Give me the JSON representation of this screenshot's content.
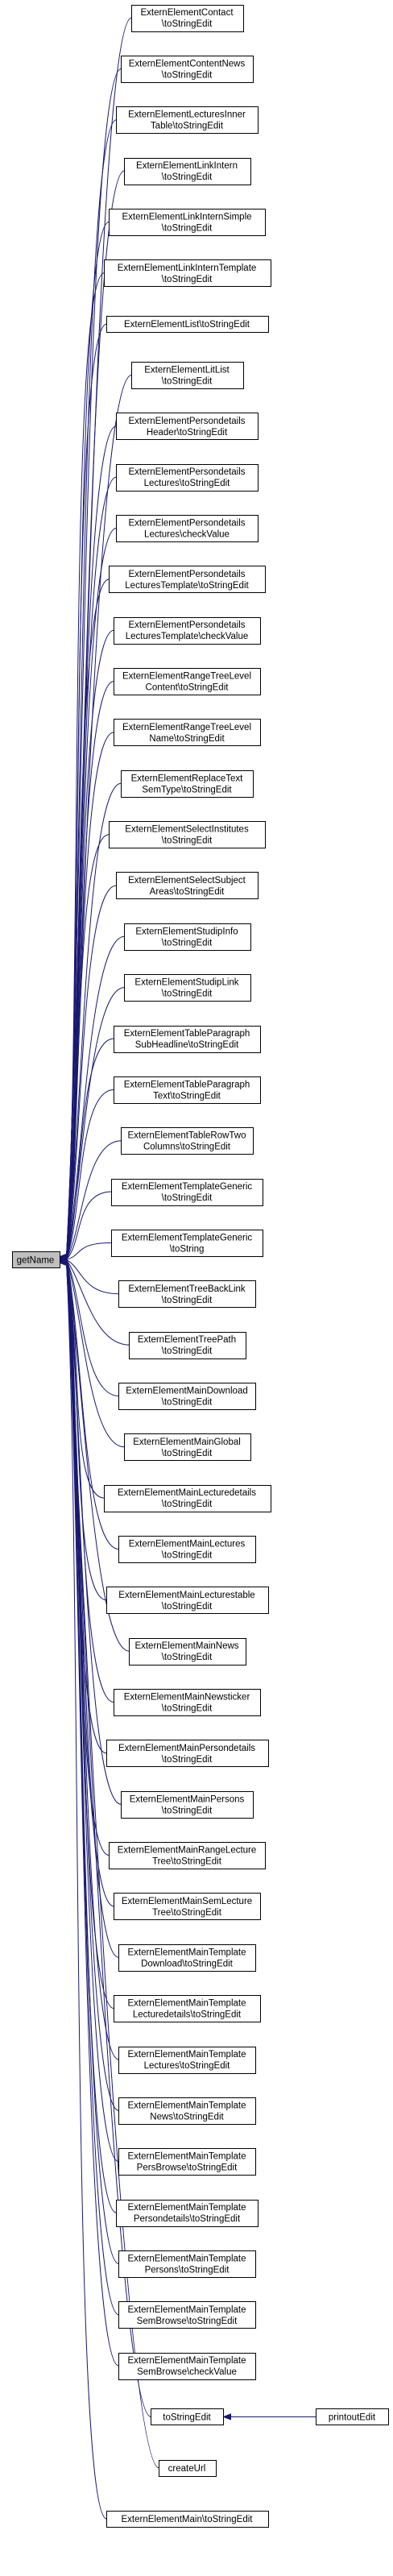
{
  "graph": {
    "root": "getName",
    "callers": [
      [
        "ExternElementContact",
        "\\toStringEdit"
      ],
      [
        "ExternElementContentNews",
        "\\toStringEdit"
      ],
      [
        "ExternElementLecturesInner",
        "Table\\toStringEdit"
      ],
      [
        "ExternElementLinkIntern",
        "\\toStringEdit"
      ],
      [
        "ExternElementLinkInternSimple",
        "\\toStringEdit"
      ],
      [
        "ExternElementLinkInternTemplate",
        "\\toStringEdit"
      ],
      [
        "ExternElementList\\toStringEdit"
      ],
      [
        "ExternElementLitList",
        "\\toStringEdit"
      ],
      [
        "ExternElementPersondetails",
        "Header\\toStringEdit"
      ],
      [
        "ExternElementPersondetails",
        "Lectures\\toStringEdit"
      ],
      [
        "ExternElementPersondetails",
        "Lectures\\checkValue"
      ],
      [
        "ExternElementPersondetails",
        "LecturesTemplate\\toStringEdit"
      ],
      [
        "ExternElementPersondetails",
        "LecturesTemplate\\checkValue"
      ],
      [
        "ExternElementRangeTreeLevel",
        "Content\\toStringEdit"
      ],
      [
        "ExternElementRangeTreeLevel",
        "Name\\toStringEdit"
      ],
      [
        "ExternElementReplaceText",
        "SemType\\toStringEdit"
      ],
      [
        "ExternElementSelectInstitutes",
        "\\toStringEdit"
      ],
      [
        "ExternElementSelectSubject",
        "Areas\\toStringEdit"
      ],
      [
        "ExternElementStudipInfo",
        "\\toStringEdit"
      ],
      [
        "ExternElementStudipLink",
        "\\toStringEdit"
      ],
      [
        "ExternElementTableParagraph",
        "SubHeadline\\toStringEdit"
      ],
      [
        "ExternElementTableParagraph",
        "Text\\toStringEdit"
      ],
      [
        "ExternElementTableRowTwo",
        "Columns\\toStringEdit"
      ],
      [
        "ExternElementTemplateGeneric",
        "\\toStringEdit"
      ],
      [
        "ExternElementTemplateGeneric",
        "\\toString"
      ],
      [
        "ExternElementTreeBackLink",
        "\\toStringEdit"
      ],
      [
        "ExternElementTreePath",
        "\\toStringEdit"
      ],
      [
        "ExternElementMainDownload",
        "\\toStringEdit"
      ],
      [
        "ExternElementMainGlobal",
        "\\toStringEdit"
      ],
      [
        "ExternElementMainLecturedetails",
        "\\toStringEdit"
      ],
      [
        "ExternElementMainLectures",
        "\\toStringEdit"
      ],
      [
        "ExternElementMainLecturestable",
        "\\toStringEdit"
      ],
      [
        "ExternElementMainNews",
        "\\toStringEdit"
      ],
      [
        "ExternElementMainNewsticker",
        "\\toStringEdit"
      ],
      [
        "ExternElementMainPersondetails",
        "\\toStringEdit"
      ],
      [
        "ExternElementMainPersons",
        "\\toStringEdit"
      ],
      [
        "ExternElementMainRangeLecture",
        "Tree\\toStringEdit"
      ],
      [
        "ExternElementMainSemLecture",
        "Tree\\toStringEdit"
      ],
      [
        "ExternElementMainTemplate",
        "Download\\toStringEdit"
      ],
      [
        "ExternElementMainTemplate",
        "Lecturedetails\\toStringEdit"
      ],
      [
        "ExternElementMainTemplate",
        "Lectures\\toStringEdit"
      ],
      [
        "ExternElementMainTemplate",
        "News\\toStringEdit"
      ],
      [
        "ExternElementMainTemplate",
        "PersBrowse\\toStringEdit"
      ],
      [
        "ExternElementMainTemplate",
        "Persondetails\\toStringEdit"
      ],
      [
        "ExternElementMainTemplate",
        "Persons\\toStringEdit"
      ],
      [
        "ExternElementMainTemplate",
        "SemBrowse\\toStringEdit"
      ],
      [
        "ExternElementMainTemplate",
        "SemBrowse\\checkValue"
      ],
      [
        "toStringEdit"
      ],
      [
        "createUrl"
      ],
      [
        "ExternElementMain\\toStringEdit"
      ]
    ],
    "second_level": {
      "caller": [
        "printoutEdit"
      ],
      "callee": "toStringEdit"
    }
  },
  "colors": {
    "edge": "#191970",
    "root_fill": "#bfbfbf",
    "node_fill": "#ffffff",
    "node_border": "#000000"
  }
}
